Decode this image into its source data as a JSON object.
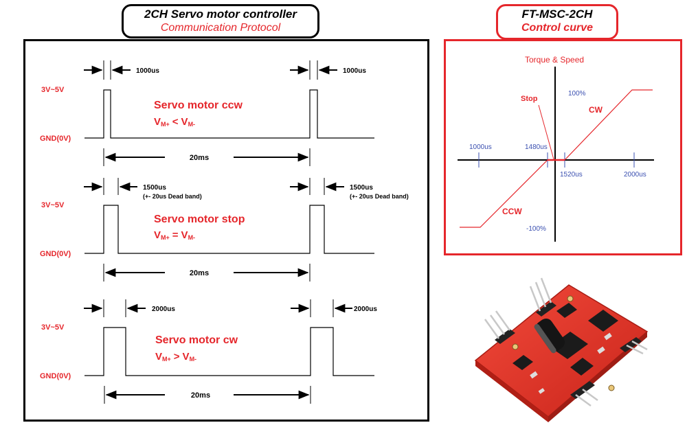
{
  "protocol_title": {
    "main": "2CH Servo motor controller",
    "sub": "Communication Protocol"
  },
  "curve_title": {
    "main": "FT-MSC-2CH",
    "sub": "Control curve"
  },
  "signal_levels": {
    "high": "3V~5V",
    "low": "GND(0V)"
  },
  "period_label": "20ms",
  "waveforms": [
    {
      "pulse_label": "1000us",
      "pulse_note": "",
      "mode": "Servo motor ccw",
      "eq_left": "V",
      "eq_left_sub": "M+",
      "eq_op": "<",
      "eq_right": "V",
      "eq_right_sub": "M-"
    },
    {
      "pulse_label": "1500us",
      "pulse_note": "(+- 20us Dead band)",
      "mode": "Servo motor stop",
      "eq_left": "V",
      "eq_left_sub": "M+",
      "eq_op": "=",
      "eq_right": "V",
      "eq_right_sub": "M-"
    },
    {
      "pulse_label": "2000us",
      "pulse_note": "",
      "mode": "Servo motor cw",
      "eq_left": "V",
      "eq_left_sub": "M+",
      "eq_op": ">",
      "eq_right": "V",
      "eq_right_sub": "M-"
    }
  ],
  "control_curve": {
    "y_label": "Torque & Speed",
    "y_top": "100%",
    "y_bottom": "-100%",
    "x_ticks": [
      "1000us",
      "1480us",
      "1520us",
      "2000us"
    ],
    "stop_label": "Stop",
    "cw_label": "CW",
    "ccw_label": "CCW"
  },
  "colors": {
    "accent_red": "#e5262b",
    "axis_blue": "#3a4fb0",
    "line": "#000000"
  },
  "product_image": "servo-controller-board-photo"
}
